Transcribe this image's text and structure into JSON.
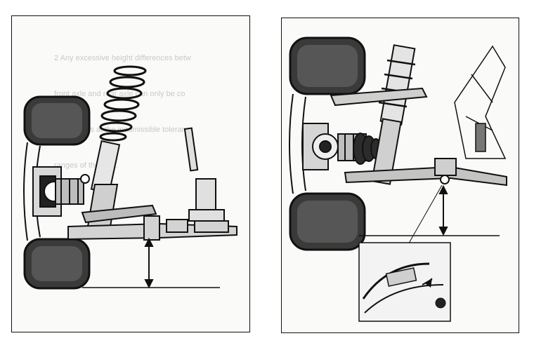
{
  "left_panel": {
    "faded_text_lines": [
      "2 Any excessive height differences betw",
      "front axle and rear axle can only be co",
      "sense parts at the inadmissible toleranc",
      "ranges of the axle."
    ]
  },
  "right_panel": {
    "faded_text_lines": []
  },
  "colors": {
    "ink": "#111111",
    "tire": "#3a3a3a",
    "paper": "#fafaf8"
  }
}
